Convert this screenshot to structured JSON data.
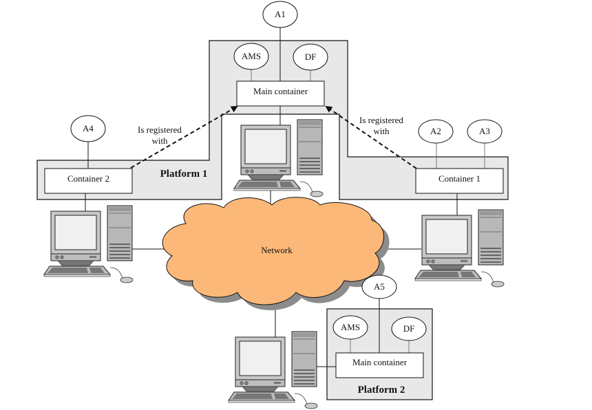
{
  "diagram": {
    "platform1": {
      "label": "Platform 1",
      "main_container": {
        "label": "Main container",
        "agents": [
          "AMS",
          "DF"
        ],
        "attached_agent": "A1"
      },
      "container1": {
        "label": "Container 1",
        "agents": [
          "A2",
          "A3"
        ]
      },
      "container2": {
        "label": "Container 2",
        "agents": [
          "A4"
        ]
      }
    },
    "platform2": {
      "label": "Platform 2",
      "main_container": {
        "label": "Main container",
        "agents": [
          "AMS",
          "DF"
        ],
        "attached_agent": "A5"
      }
    },
    "network": {
      "label": "Network"
    },
    "relations": {
      "left": {
        "line1": "Is registered",
        "line2": "with"
      },
      "right": {
        "line1": "Is registered",
        "line2": "with"
      }
    },
    "colors": {
      "platform_fill": "#e8e8e8",
      "cloud_fill": "#fbb878",
      "cloud_shadow": "#8c8c8c"
    }
  }
}
